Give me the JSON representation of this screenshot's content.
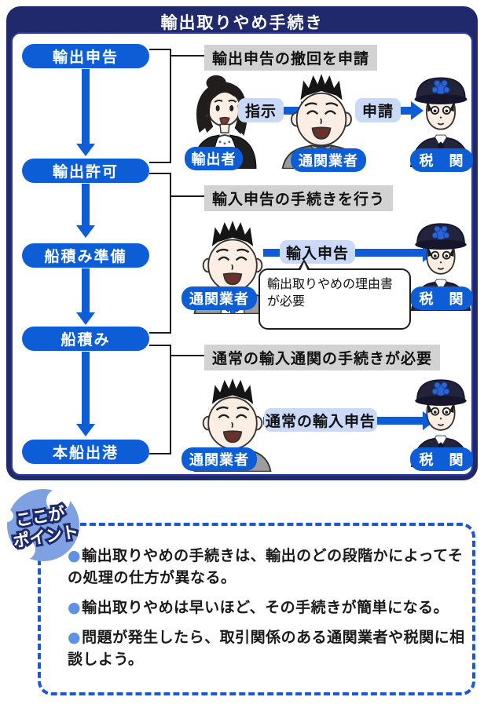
{
  "colors": {
    "navy_frame": "#20296b",
    "accent_blue": "#0d5ed6",
    "chip_blue": "#c9d9f7",
    "note_gray": "#d2d2d2",
    "dashed_blue": "#1c58d4",
    "badge_blue": "#7fa0e1",
    "bullet_blue": "#5f92e2"
  },
  "flowchart": {
    "title": "輸出取りやめ手続き",
    "steps": [
      "輸出申告",
      "輸出許可",
      "船積み準備",
      "船積み",
      "本船出港"
    ],
    "labels": {
      "exporter": "輸出者",
      "broker": "通関業者",
      "customs": "税　関"
    },
    "section1": {
      "note": "輸出申告の撤回を申請",
      "arrow1": "指示",
      "arrow2": "申請"
    },
    "section2": {
      "note": "輸入申告の手続きを行う",
      "arrow": "輸入申告",
      "bubble_line1": "輸出取りやめの理由書",
      "bubble_line2": "が必要"
    },
    "section3": {
      "note": "通常の輸入通関の手続きが必要",
      "arrow": "通常の輸入申告"
    }
  },
  "points": {
    "badge_line1": "ここが",
    "badge_line2": "ポイント",
    "items": [
      {
        "line1": "輸出取りやめの手続きは、輸出のどの段階かによってそ",
        "line2": "の処理の仕方が異なる。"
      },
      {
        "line1": "輸出取りやめは早いほど、その手続きが簡単になる。"
      },
      {
        "line1": "問題が発生したら、取引関係のある通関業者や税関に相",
        "line2": "談しよう。"
      }
    ]
  }
}
